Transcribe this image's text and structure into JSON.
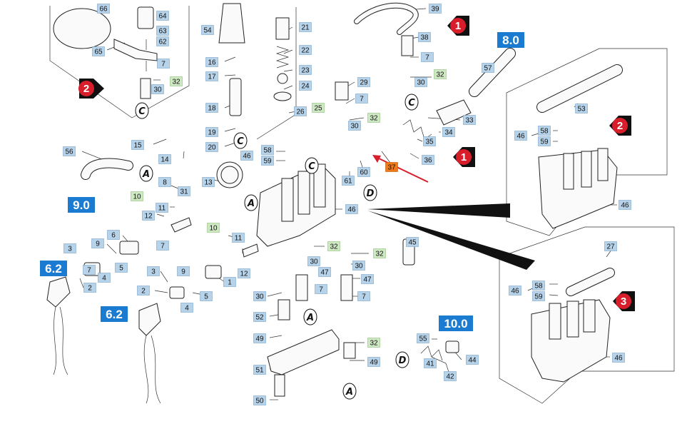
{
  "colors": {
    "tag_blue": "#b7d3ea",
    "tag_green": "#cfe8c4",
    "tag_orange": "#f07a1a",
    "badge_blue": "#1a7bd1",
    "arrow_red": "#d81e2b",
    "line": "#333333"
  },
  "part_numbers": [
    {
      "id": "p66",
      "label": "66",
      "color": "blue"
    },
    {
      "id": "p64",
      "label": "64",
      "color": "blue"
    },
    {
      "id": "p63",
      "label": "63",
      "color": "blue"
    },
    {
      "id": "p62",
      "label": "62",
      "color": "blue"
    },
    {
      "id": "p65",
      "label": "65",
      "color": "blue"
    },
    {
      "id": "p7a",
      "label": "7",
      "color": "blue"
    },
    {
      "id": "p32a",
      "label": "32",
      "color": "green"
    },
    {
      "id": "p30a",
      "label": "30",
      "color": "blue"
    },
    {
      "id": "p54",
      "label": "54",
      "color": "blue"
    },
    {
      "id": "p16",
      "label": "16",
      "color": "blue"
    },
    {
      "id": "p17",
      "label": "17",
      "color": "blue"
    },
    {
      "id": "p18",
      "label": "18",
      "color": "blue"
    },
    {
      "id": "p19",
      "label": "19",
      "color": "blue"
    },
    {
      "id": "p20",
      "label": "20",
      "color": "blue"
    },
    {
      "id": "p21",
      "label": "21",
      "color": "blue"
    },
    {
      "id": "p22",
      "label": "22",
      "color": "blue"
    },
    {
      "id": "p23",
      "label": "23",
      "color": "blue"
    },
    {
      "id": "p24",
      "label": "24",
      "color": "blue"
    },
    {
      "id": "p26",
      "label": "26",
      "color": "blue"
    },
    {
      "id": "p25",
      "label": "25",
      "color": "green"
    },
    {
      "id": "p46a",
      "label": "46",
      "color": "blue"
    },
    {
      "id": "p58a",
      "label": "58",
      "color": "blue"
    },
    {
      "id": "p59a",
      "label": "59",
      "color": "blue"
    },
    {
      "id": "p39",
      "label": "39",
      "color": "blue"
    },
    {
      "id": "p38",
      "label": "38",
      "color": "blue"
    },
    {
      "id": "p7b",
      "label": "7",
      "color": "blue"
    },
    {
      "id": "p32b",
      "label": "32",
      "color": "green"
    },
    {
      "id": "p30b",
      "label": "30",
      "color": "blue"
    },
    {
      "id": "p29",
      "label": "29",
      "color": "blue"
    },
    {
      "id": "p7c",
      "label": "7",
      "color": "blue"
    },
    {
      "id": "p32c",
      "label": "32",
      "color": "green"
    },
    {
      "id": "p30c",
      "label": "30",
      "color": "blue"
    },
    {
      "id": "p33",
      "label": "33",
      "color": "blue"
    },
    {
      "id": "p34",
      "label": "34",
      "color": "blue"
    },
    {
      "id": "p35",
      "label": "35",
      "color": "blue"
    },
    {
      "id": "p36",
      "label": "36",
      "color": "blue"
    },
    {
      "id": "p37",
      "label": "37",
      "color": "orange"
    },
    {
      "id": "p60",
      "label": "60",
      "color": "blue"
    },
    {
      "id": "p61",
      "label": "61",
      "color": "blue"
    },
    {
      "id": "p57",
      "label": "57",
      "color": "blue"
    },
    {
      "id": "p53",
      "label": "53",
      "color": "blue"
    },
    {
      "id": "p46b",
      "label": "46",
      "color": "blue"
    },
    {
      "id": "p58b",
      "label": "58",
      "color": "blue"
    },
    {
      "id": "p59b",
      "label": "59",
      "color": "blue"
    },
    {
      "id": "p46c",
      "label": "46",
      "color": "blue"
    },
    {
      "id": "p56",
      "label": "56",
      "color": "blue"
    },
    {
      "id": "p15",
      "label": "15",
      "color": "blue"
    },
    {
      "id": "p14",
      "label": "14",
      "color": "blue"
    },
    {
      "id": "p13",
      "label": "13",
      "color": "blue"
    },
    {
      "id": "p8",
      "label": "8",
      "color": "blue"
    },
    {
      "id": "p10a",
      "label": "10",
      "color": "green"
    },
    {
      "id": "p31",
      "label": "31",
      "color": "blue"
    },
    {
      "id": "p11a",
      "label": "11",
      "color": "blue"
    },
    {
      "id": "p12a",
      "label": "12",
      "color": "blue"
    },
    {
      "id": "p7d",
      "label": "7",
      "color": "blue"
    },
    {
      "id": "p46d",
      "label": "46",
      "color": "blue"
    },
    {
      "id": "p10b",
      "label": "10",
      "color": "green"
    },
    {
      "id": "p11b",
      "label": "11",
      "color": "blue"
    },
    {
      "id": "p12b",
      "label": "12",
      "color": "blue"
    },
    {
      "id": "p9a",
      "label": "9",
      "color": "blue"
    },
    {
      "id": "p6",
      "label": "6",
      "color": "blue"
    },
    {
      "id": "p3a",
      "label": "3",
      "color": "blue"
    },
    {
      "id": "p5a",
      "label": "5",
      "color": "blue"
    },
    {
      "id": "p7e",
      "label": "7",
      "color": "blue"
    },
    {
      "id": "p4a",
      "label": "4",
      "color": "blue"
    },
    {
      "id": "p2a",
      "label": "2",
      "color": "blue"
    },
    {
      "id": "p3b",
      "label": "3",
      "color": "blue"
    },
    {
      "id": "p9b",
      "label": "9",
      "color": "blue"
    },
    {
      "id": "p2b",
      "label": "2",
      "color": "blue"
    },
    {
      "id": "p5b",
      "label": "5",
      "color": "blue"
    },
    {
      "id": "p4b",
      "label": "4",
      "color": "blue"
    },
    {
      "id": "p1",
      "label": "1",
      "color": "blue"
    },
    {
      "id": "p32d",
      "label": "32",
      "color": "green"
    },
    {
      "id": "p30d",
      "label": "30",
      "color": "blue"
    },
    {
      "id": "p47a",
      "label": "47",
      "color": "blue"
    },
    {
      "id": "p32e",
      "label": "32",
      "color": "green"
    },
    {
      "id": "p30e",
      "label": "30",
      "color": "blue"
    },
    {
      "id": "p47b",
      "label": "47",
      "color": "blue"
    },
    {
      "id": "p45",
      "label": "45",
      "color": "blue"
    },
    {
      "id": "p30f",
      "label": "30",
      "color": "blue"
    },
    {
      "id": "p7f",
      "label": "7",
      "color": "blue"
    },
    {
      "id": "p7g",
      "label": "7",
      "color": "blue"
    },
    {
      "id": "p52",
      "label": "52",
      "color": "blue"
    },
    {
      "id": "p49a",
      "label": "49",
      "color": "blue"
    },
    {
      "id": "p51",
      "label": "51",
      "color": "blue"
    },
    {
      "id": "p50",
      "label": "50",
      "color": "blue"
    },
    {
      "id": "p32f",
      "label": "32",
      "color": "green"
    },
    {
      "id": "p49b",
      "label": "49",
      "color": "blue"
    },
    {
      "id": "p55",
      "label": "55",
      "color": "blue"
    },
    {
      "id": "p44",
      "label": "44",
      "color": "blue"
    },
    {
      "id": "p41",
      "label": "41",
      "color": "blue"
    },
    {
      "id": "p42",
      "label": "42",
      "color": "blue"
    },
    {
      "id": "p27",
      "label": "27",
      "color": "blue"
    },
    {
      "id": "p46e",
      "label": "46",
      "color": "blue"
    },
    {
      "id": "p58c",
      "label": "58",
      "color": "blue"
    },
    {
      "id": "p59c",
      "label": "59",
      "color": "blue"
    },
    {
      "id": "p46f",
      "label": "46",
      "color": "blue"
    }
  ],
  "version_badges": [
    {
      "id": "b80",
      "label": "8.0"
    },
    {
      "id": "b90",
      "label": "9.0"
    },
    {
      "id": "b62a",
      "label": "6.2"
    },
    {
      "id": "b62b",
      "label": "6.2"
    },
    {
      "id": "b100",
      "label": "10.0"
    }
  ],
  "ref_arrows": [
    {
      "id": "r1a",
      "label": "1",
      "direction": "left"
    },
    {
      "id": "r1b",
      "label": "1",
      "direction": "left"
    },
    {
      "id": "r2a",
      "label": "2",
      "direction": "right"
    },
    {
      "id": "r2b",
      "label": "2",
      "direction": "left"
    },
    {
      "id": "r3",
      "label": "3",
      "direction": "left"
    }
  ],
  "circle_letters": [
    {
      "id": "c1",
      "label": "C"
    },
    {
      "id": "c2",
      "label": "C"
    },
    {
      "id": "c3",
      "label": "C"
    },
    {
      "id": "c4",
      "label": "C"
    },
    {
      "id": "a1",
      "label": "A"
    },
    {
      "id": "a2",
      "label": "A"
    },
    {
      "id": "a3",
      "label": "A"
    },
    {
      "id": "a4",
      "label": "A"
    },
    {
      "id": "d1",
      "label": "D"
    },
    {
      "id": "d2",
      "label": "D"
    }
  ]
}
